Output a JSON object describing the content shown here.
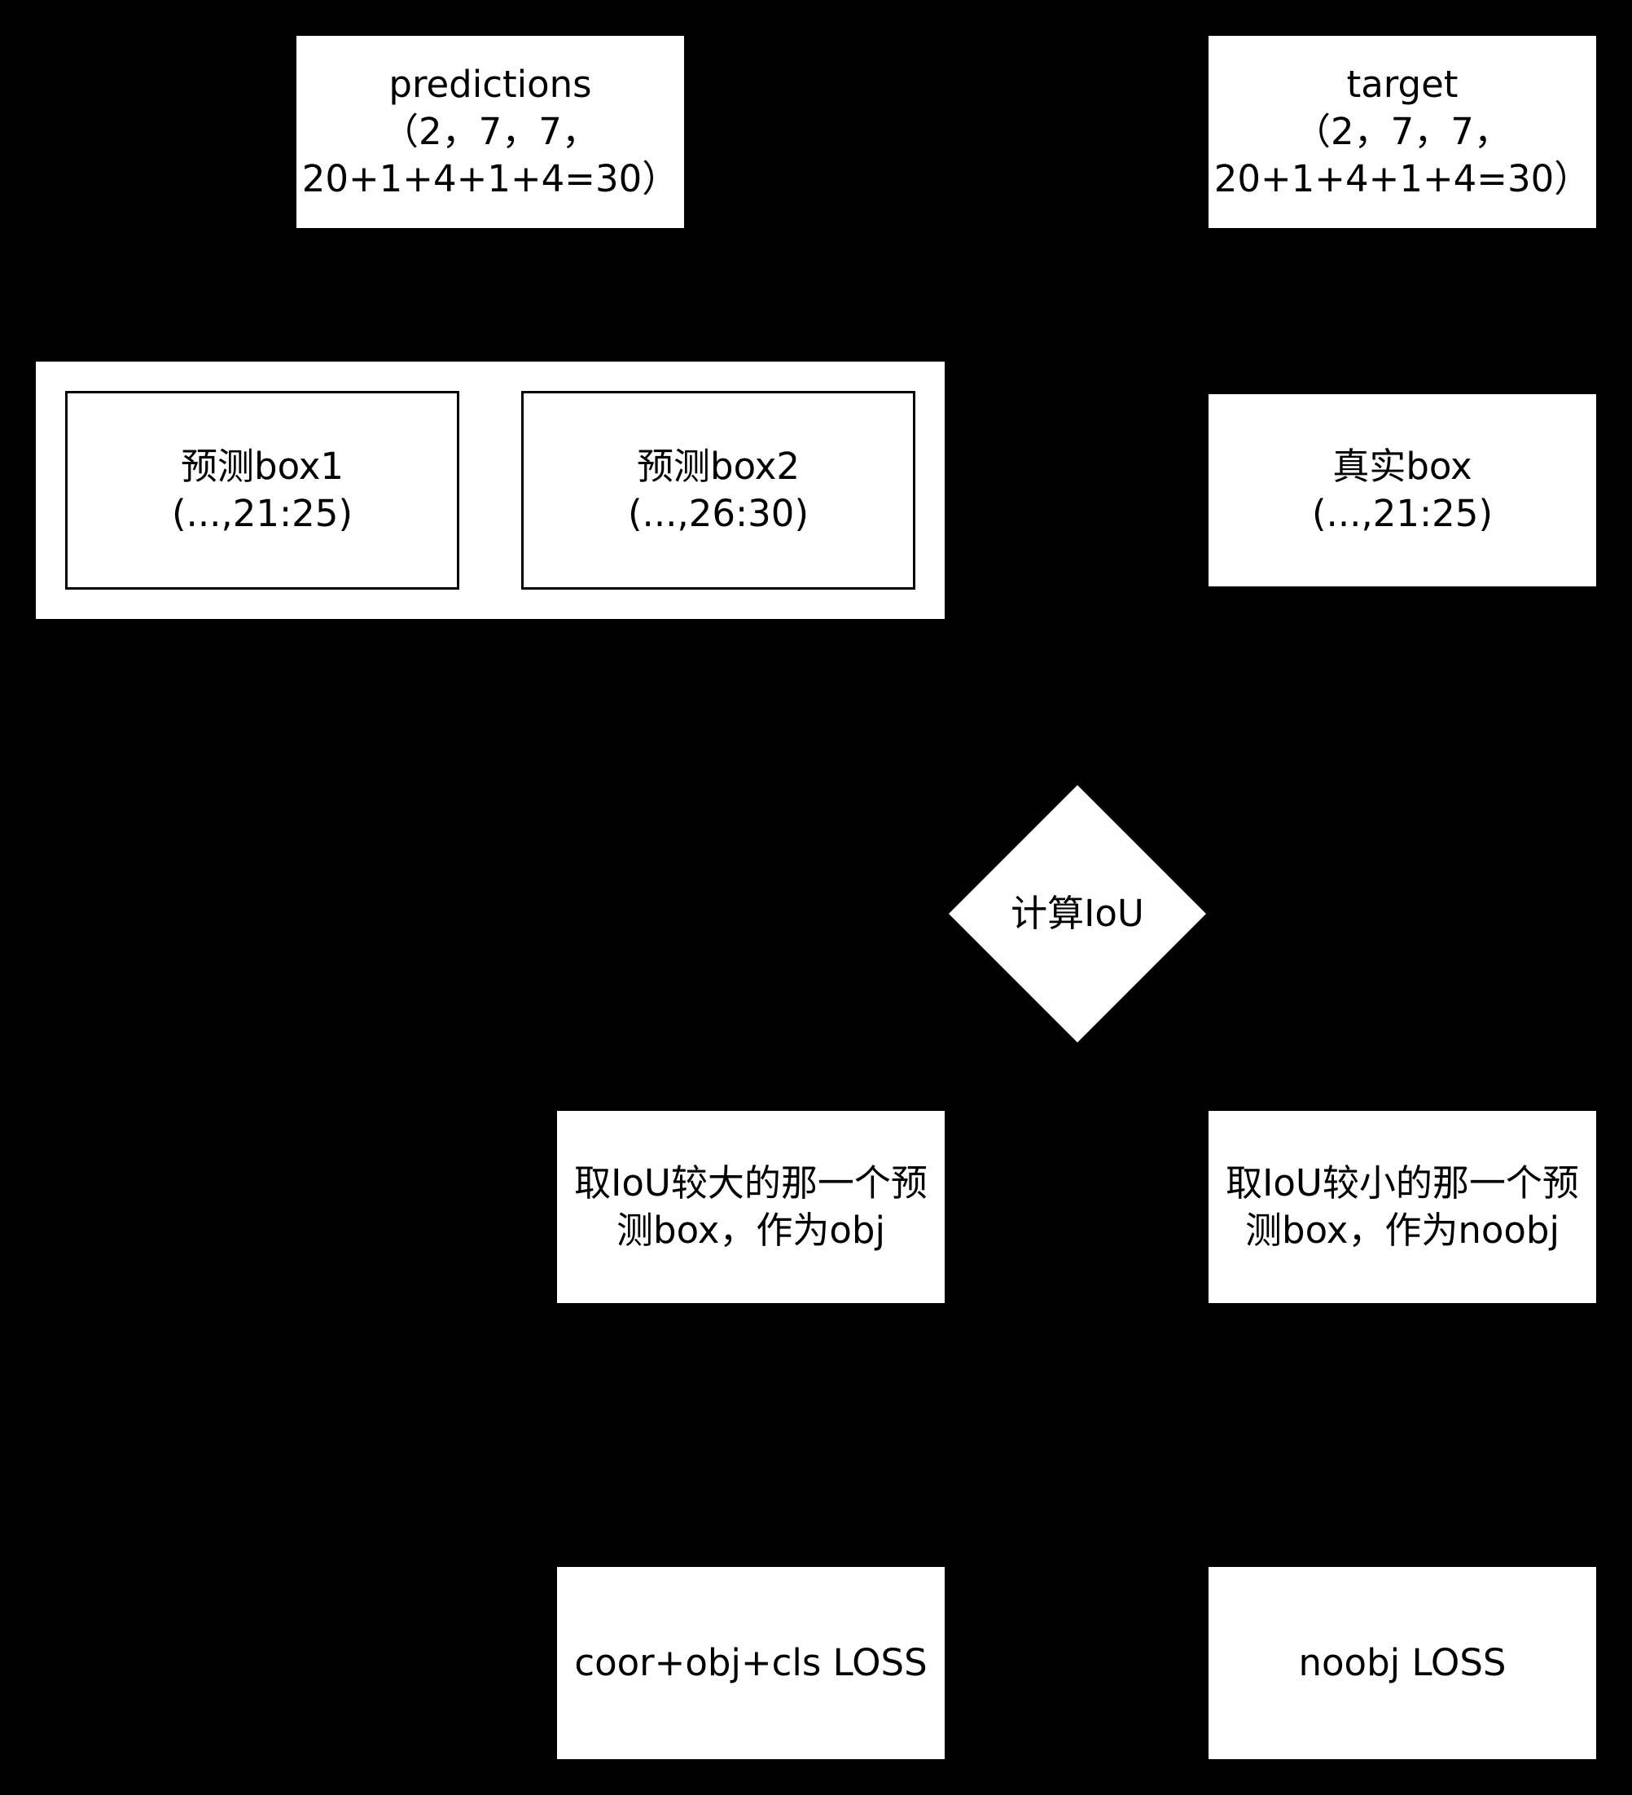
{
  "colors": {
    "background": "#000000",
    "node_fill": "#ffffff",
    "text": "#000000"
  },
  "nodes": {
    "predictions": [
      "predictions",
      "（2，7，7，",
      "20+1+4+1+4=30）"
    ],
    "target": [
      "target",
      "（2，7，7，",
      "20+1+4+1+4=30）"
    ],
    "pred_box1": [
      "预测box1",
      "(...,21:25)"
    ],
    "pred_box2": [
      "预测box2",
      "(...,26:30)"
    ],
    "true_box": [
      "真实box",
      "(...,21:25)"
    ],
    "compute_iou": "计算IoU",
    "obj_box": [
      "取IoU较大的那一个预",
      "测box，作为obj"
    ],
    "noobj_box": [
      "取IoU较小的那一个预",
      "测box，作为noobj"
    ],
    "obj_loss": "coor+obj+cls LOSS",
    "noobj_loss": "noobj LOSS"
  }
}
